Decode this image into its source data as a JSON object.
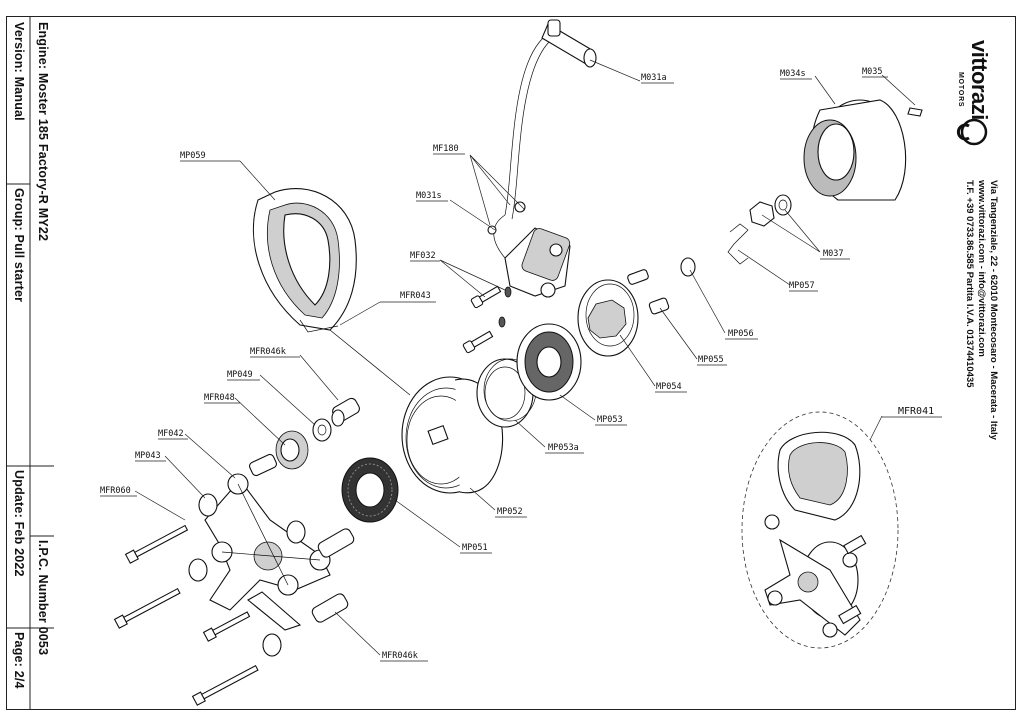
{
  "title_block": {
    "engine": "Engine: Moster 185 Factory-R MY22",
    "version": "Version: Manual",
    "group": "Group: Pull starter",
    "update": "Update: Feb 2022",
    "ipc": "I.P.C. Number 0053",
    "page": "Page: 2/4"
  },
  "brand": {
    "name": "vittorazi",
    "subtitle": "MOTORS",
    "address_1": "Via Tangenziale, 22 - 62010 Montecosaro - Macerata - Italy",
    "address_2": "www.vittorazi.com - info@vittorazi.com",
    "address_3": "T.F. +39 0733.86.585 Partita I.V.A. 01374410435"
  },
  "labels": {
    "M031a": "M031a",
    "M034s": "M034s",
    "M035": "M035",
    "MF180": "MF180",
    "M031s": "M031s",
    "MP059": "MP059",
    "MF032": "MF032",
    "MFR043": "MFR043",
    "M037": "M037",
    "MP057": "MP057",
    "MP056": "MP056",
    "MP055": "MP055",
    "MP054": "MP054",
    "MFR046k_top": "MFR046k",
    "MP049": "MP049",
    "MP053": "MP053",
    "MFR048": "MFR048",
    "MP053a": "MP053a",
    "MF042": "MF042",
    "MP043": "MP043",
    "MFR041": "MFR041",
    "MFR060": "MFR060",
    "MP052": "MP052",
    "MP051": "MP051",
    "MFR046k_bottom": "MFR046k"
  },
  "icons": {
    "logo": "vittorazi-logo-icon"
  }
}
